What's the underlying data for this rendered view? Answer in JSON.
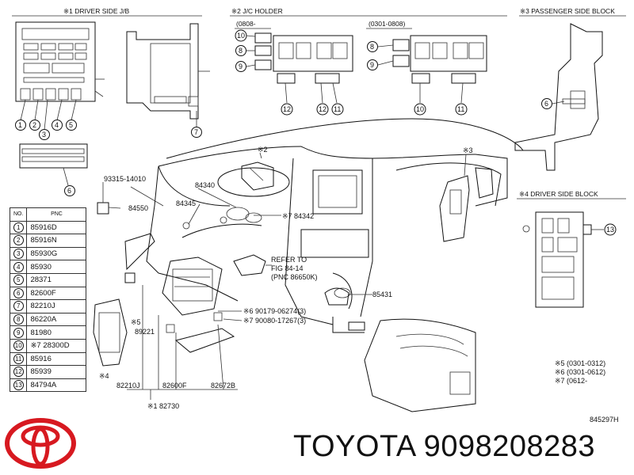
{
  "sections": {
    "driver_jb": "※1 DRIVER SIDE J/B",
    "jc_holder": "※2 J/C HOLDER",
    "jc_range_a": "(0808-",
    "jc_range_b": "(0301-0808)",
    "passenger_block": "※3 PASSENGER SIDE BLOCK",
    "driver_block": "※4 DRIVER SIDE BLOCK"
  },
  "table": {
    "header_no": "NO.",
    "header_pnc": "PNC",
    "rows": [
      {
        "no": "1",
        "pnc": "85916D"
      },
      {
        "no": "2",
        "pnc": "85916N"
      },
      {
        "no": "3",
        "pnc": "85930G"
      },
      {
        "no": "4",
        "pnc": "85930"
      },
      {
        "no": "5",
        "pnc": "28371"
      },
      {
        "no": "6",
        "pnc": "82600F"
      },
      {
        "no": "7",
        "pnc": "82210J"
      },
      {
        "no": "8",
        "pnc": "86220A"
      },
      {
        "no": "9",
        "pnc": "81980"
      },
      {
        "no": "10",
        "pnc": "※7 28300D"
      },
      {
        "no": "11",
        "pnc": "85916"
      },
      {
        "no": "12",
        "pnc": "85939"
      },
      {
        "no": "13",
        "pnc": "84794A"
      }
    ]
  },
  "callouts": {
    "p93315": "93315-14010",
    "p84550": "84550",
    "p84340": "84340",
    "p84345": "84345",
    "p84342": "※7 84342",
    "refer1": "REFER TO",
    "refer2": "FIG 84-14",
    "refer3": "(PNC 86650K)",
    "p90179": "※6 90179-06274(3)",
    "p90080": "※7 90080-17267(3)",
    "p89221": "89221",
    "s5": "※5",
    "s4": "※4",
    "s2": "※2",
    "s3": "※3",
    "p85431": "85431",
    "p82210j": "82210J",
    "p82600f": "82600F",
    "p82672b": "82672B",
    "p82730": "※1 82730"
  },
  "notes": {
    "n5": "※5 (0301-0312)",
    "n6": "※6 (0301-0612)",
    "n7": "※7 (0612-",
    "diagram_id": "845297H"
  },
  "circled": {
    "c1": "1",
    "c2": "2",
    "c3": "3",
    "c4": "4",
    "c5": "5",
    "c6": "6",
    "c7": "7",
    "c8": "8",
    "c9": "9",
    "c10": "10",
    "c11": "11",
    "c12": "12",
    "c13": "13"
  },
  "brand": "TOYOTA 9098208283",
  "colors": {
    "logo": "#d71920",
    "ink": "#111111"
  }
}
